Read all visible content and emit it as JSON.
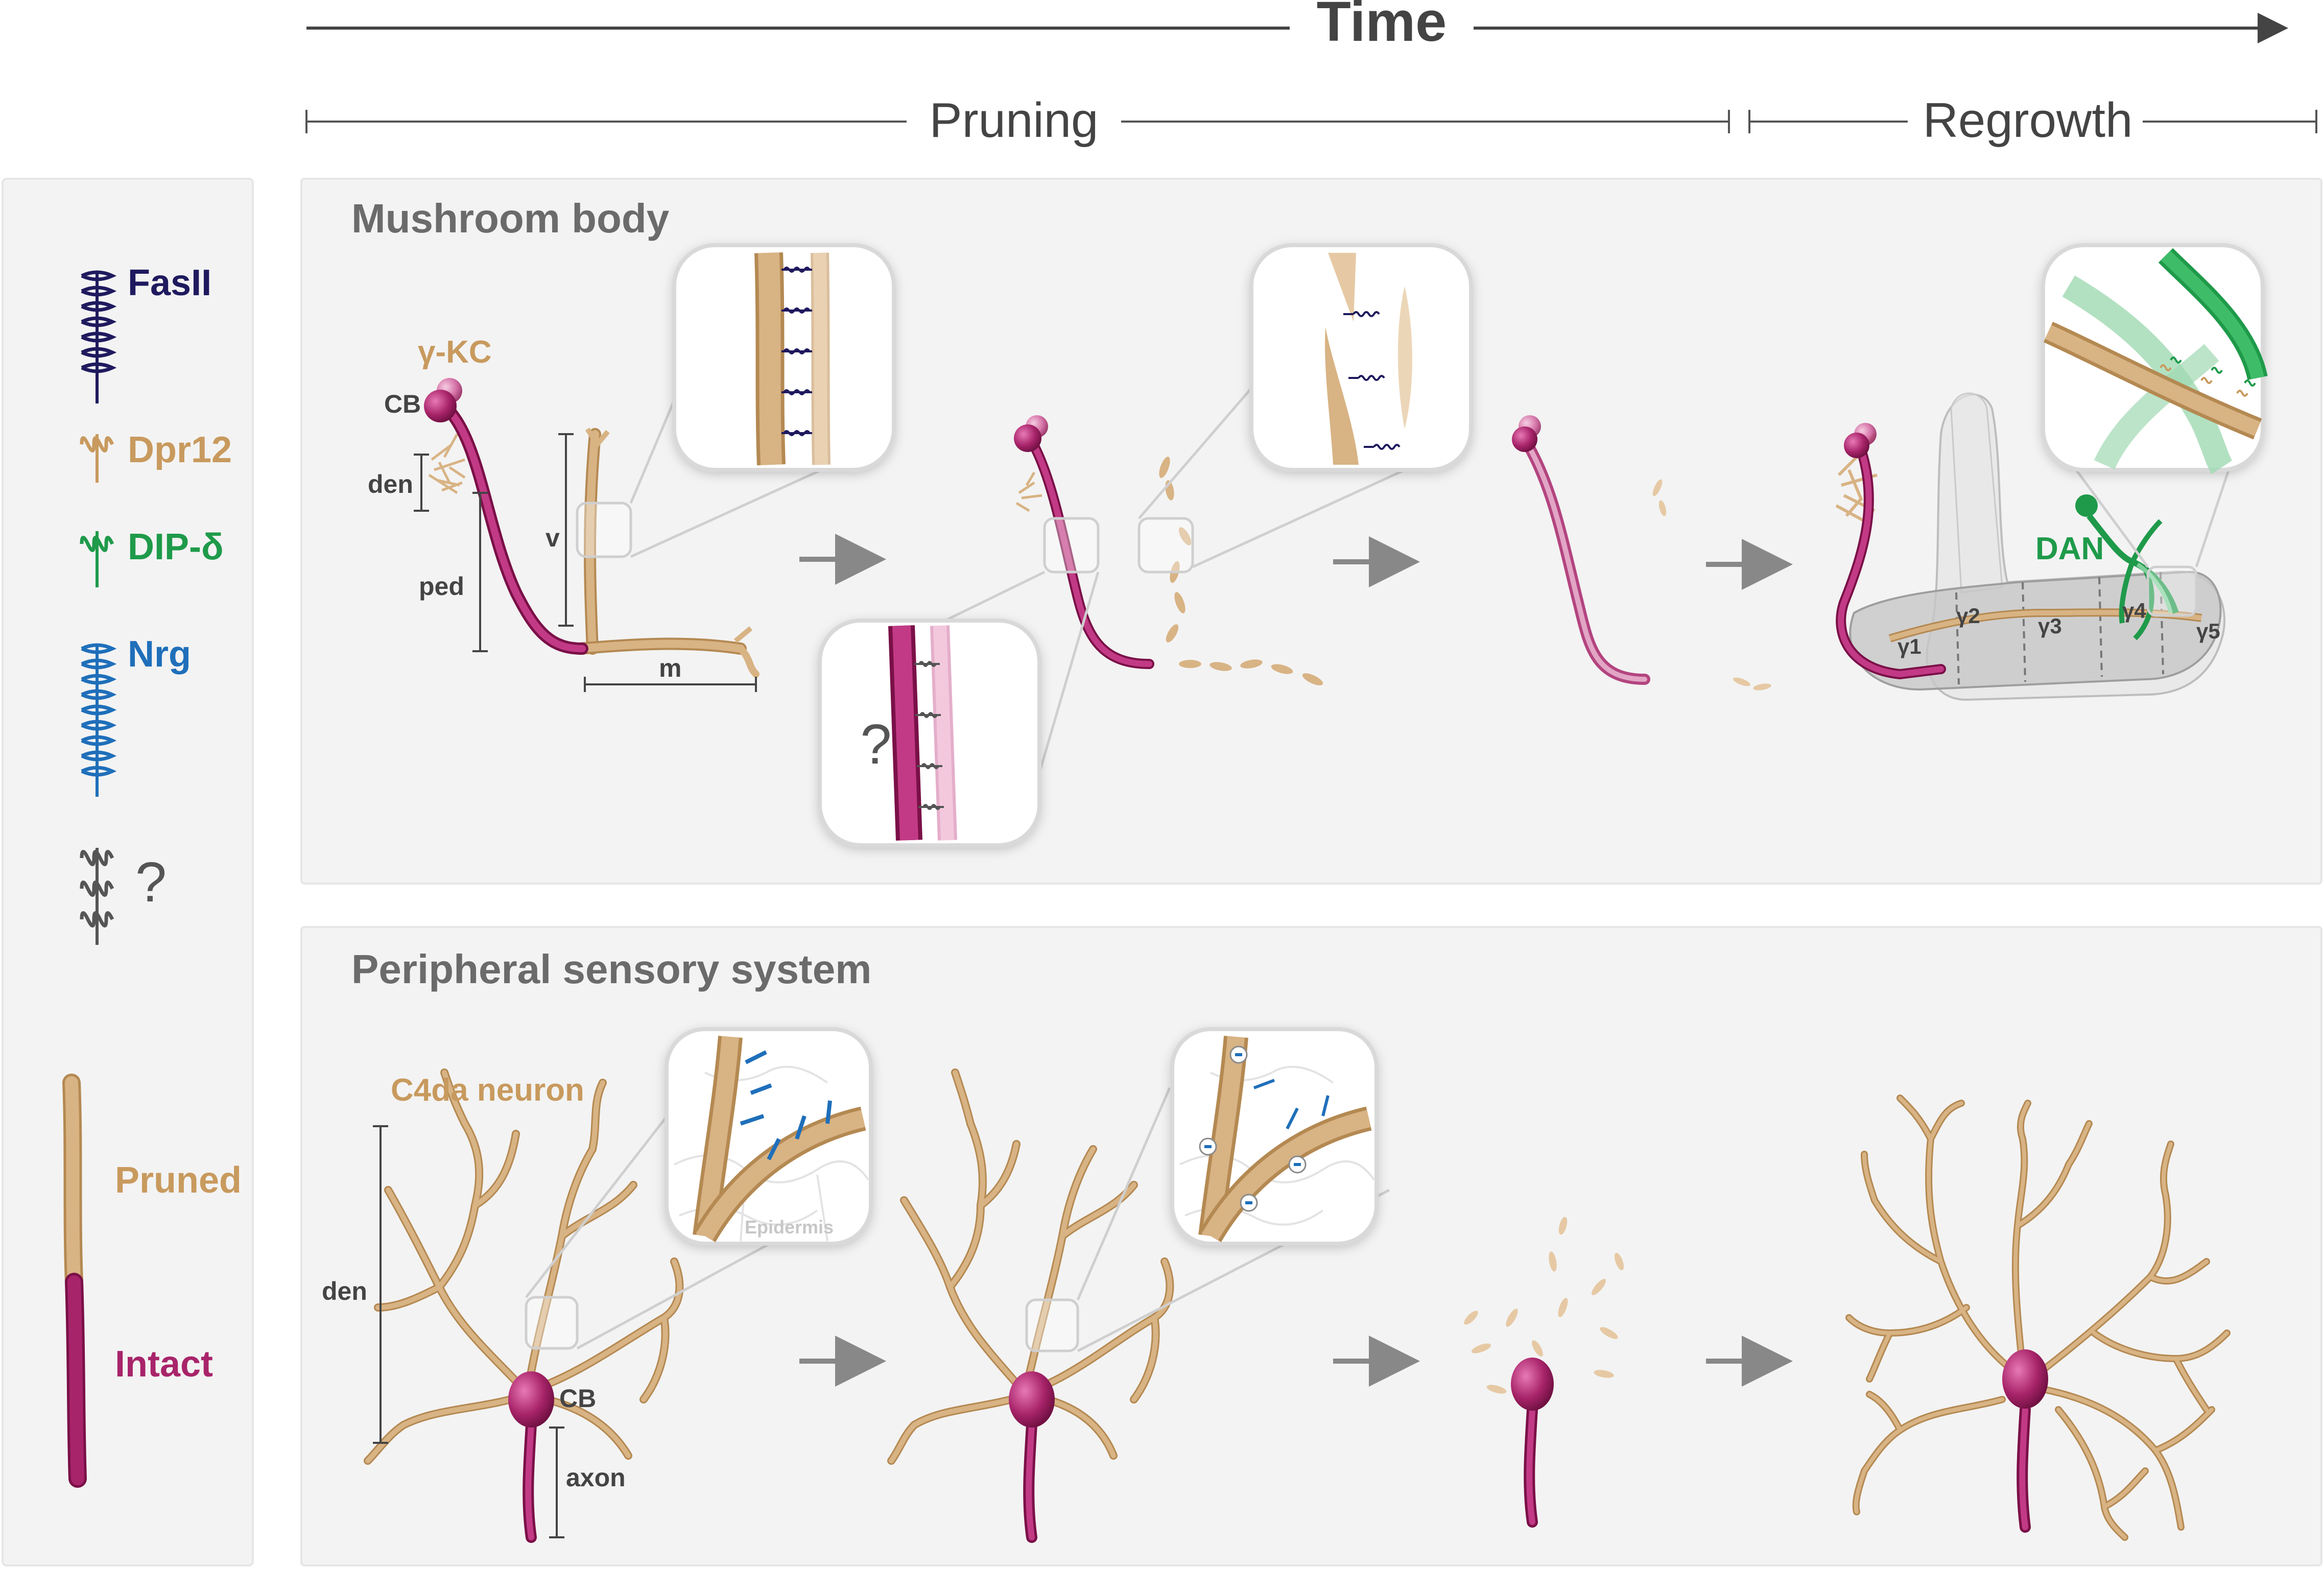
{
  "colors": {
    "pruned": "#d8b384",
    "intact": "#a8246a",
    "fasII": "#1f1a5e",
    "dpr12": "#c89a5e",
    "dip_delta": "#1f9a4a",
    "nrg": "#1f6fba",
    "unknown": "#555555",
    "panel": "#f3f3f3",
    "neuropil": "#bdbdbd"
  },
  "header": {
    "time": "Time",
    "pruning": "Pruning",
    "regrowth": "Regrowth"
  },
  "legend": {
    "fasII": "FasII",
    "dpr12": "Dpr12",
    "dip_delta": "DIP-δ",
    "nrg": "Nrg",
    "unknown": "?",
    "pruned": "Pruned",
    "intact": "Intact"
  },
  "mushroom": {
    "title": "Mushroom body",
    "gamma_kc": "γ-KC",
    "cb": "CB",
    "den": "den",
    "ped": "ped",
    "v": "v",
    "m": "m",
    "question": "?",
    "dan": "DAN",
    "lobes": [
      "γ1",
      "γ2",
      "γ3",
      "γ4",
      "γ5"
    ]
  },
  "sensory": {
    "title": "Peripheral sensory system",
    "neuron": "C4da neuron",
    "den": "den",
    "cb": "CB",
    "axon": "axon",
    "epidermis": "Epidermis"
  }
}
